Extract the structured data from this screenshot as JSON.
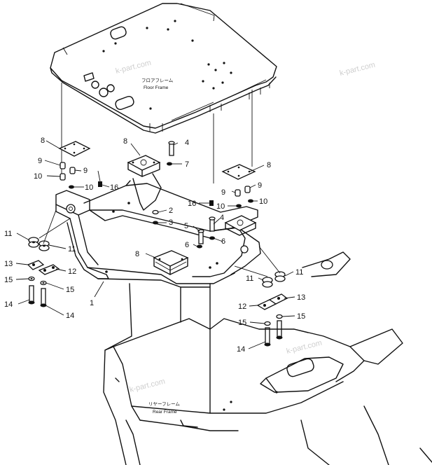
{
  "diagram": {
    "labels": {
      "floor_frame_jp": "フロアフレーム",
      "floor_frame_en": "Floor Frame",
      "rear_frame_jp": "リヤーフレーム",
      "rear_frame_en": "Rear Frame"
    },
    "watermarks": [
      "k-part.com",
      "k-part.com",
      "k-part.com",
      "k-part.com"
    ],
    "callouts": {
      "c1": "1",
      "c2": "2",
      "c3": "3",
      "c4a": "4",
      "c4b": "4",
      "c5": "5",
      "c6a": "6",
      "c6b": "6",
      "c7": "7",
      "c8a": "8",
      "c8b": "8",
      "c8c": "8",
      "c8d": "8",
      "c9a": "9",
      "c9b": "9",
      "c9c": "9",
      "c9d": "9",
      "c10a": "10",
      "c10b": "10",
      "c10c": "10",
      "c10d": "10",
      "c11a": "11",
      "c11b": "11",
      "c11c": "11",
      "c11d": "11",
      "c12a": "12",
      "c12b": "12",
      "c13a": "13",
      "c13b": "13",
      "c14a": "14",
      "c14b": "14",
      "c14c": "14",
      "c15a": "15",
      "c15b": "15",
      "c15c": "15",
      "c15d": "15",
      "c16a": "16",
      "c16b": "16"
    }
  }
}
